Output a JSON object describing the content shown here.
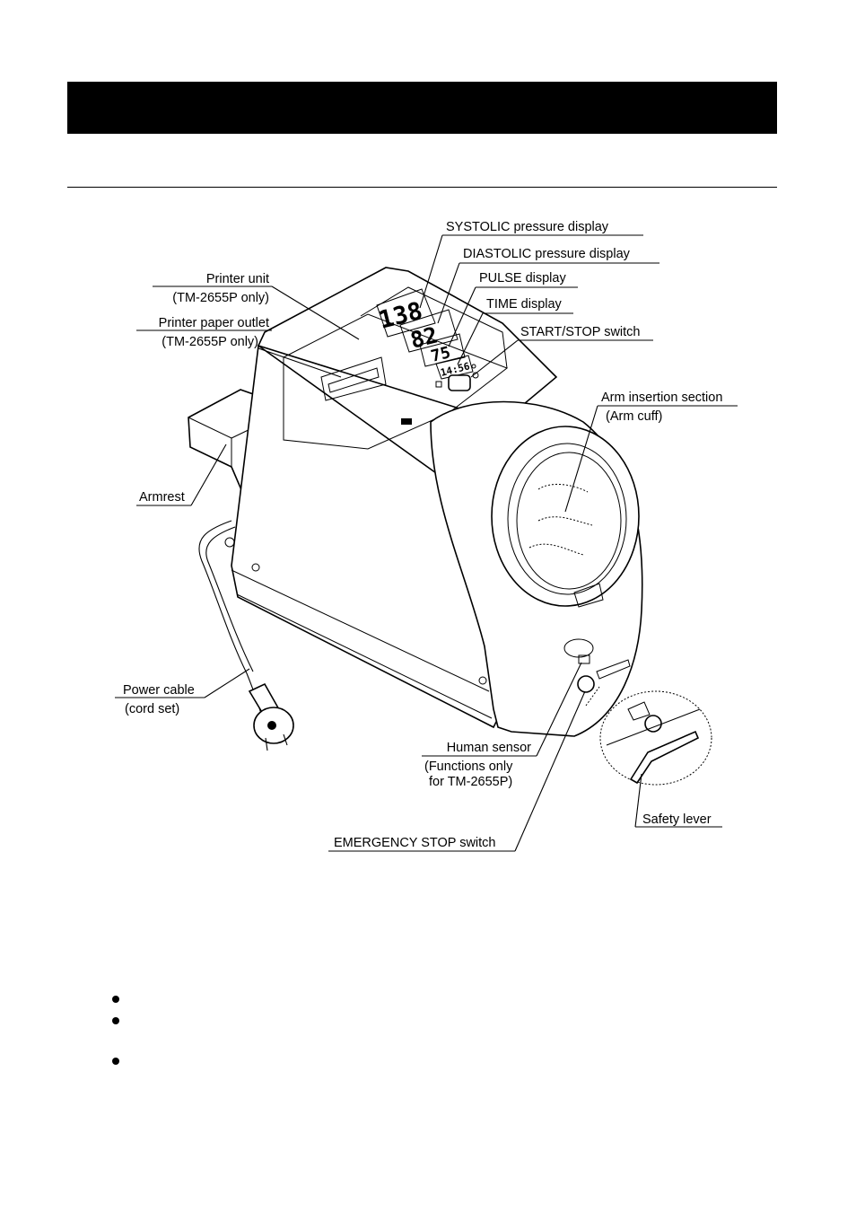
{
  "labels": {
    "systolic": "SYSTOLIC pressure display",
    "diastolic": "DIASTOLIC pressure display",
    "pulse": "PULSE display",
    "time": "TIME display",
    "start_stop": "START/STOP switch",
    "printer_unit": "Printer unit",
    "printer_unit_note": "(TM-2655P only)",
    "paper_outlet": "Printer paper outlet",
    "paper_outlet_note": "(TM-2655P only)",
    "arm_insertion": "Arm insertion section",
    "arm_cuff": "(Arm cuff)",
    "armrest": "Armrest",
    "power_cable": "Power cable",
    "cord_set": "(cord set)",
    "human_sensor": "Human sensor",
    "human_sensor_note1": "(Functions only",
    "human_sensor_note2": "for TM-2655P)",
    "safety_lever": "Safety lever",
    "emergency_stop": "EMERGENCY STOP switch"
  },
  "displays": {
    "systolic_value": "138",
    "diastolic_value": "82",
    "pulse_value": "75",
    "time_value": "14:56"
  }
}
